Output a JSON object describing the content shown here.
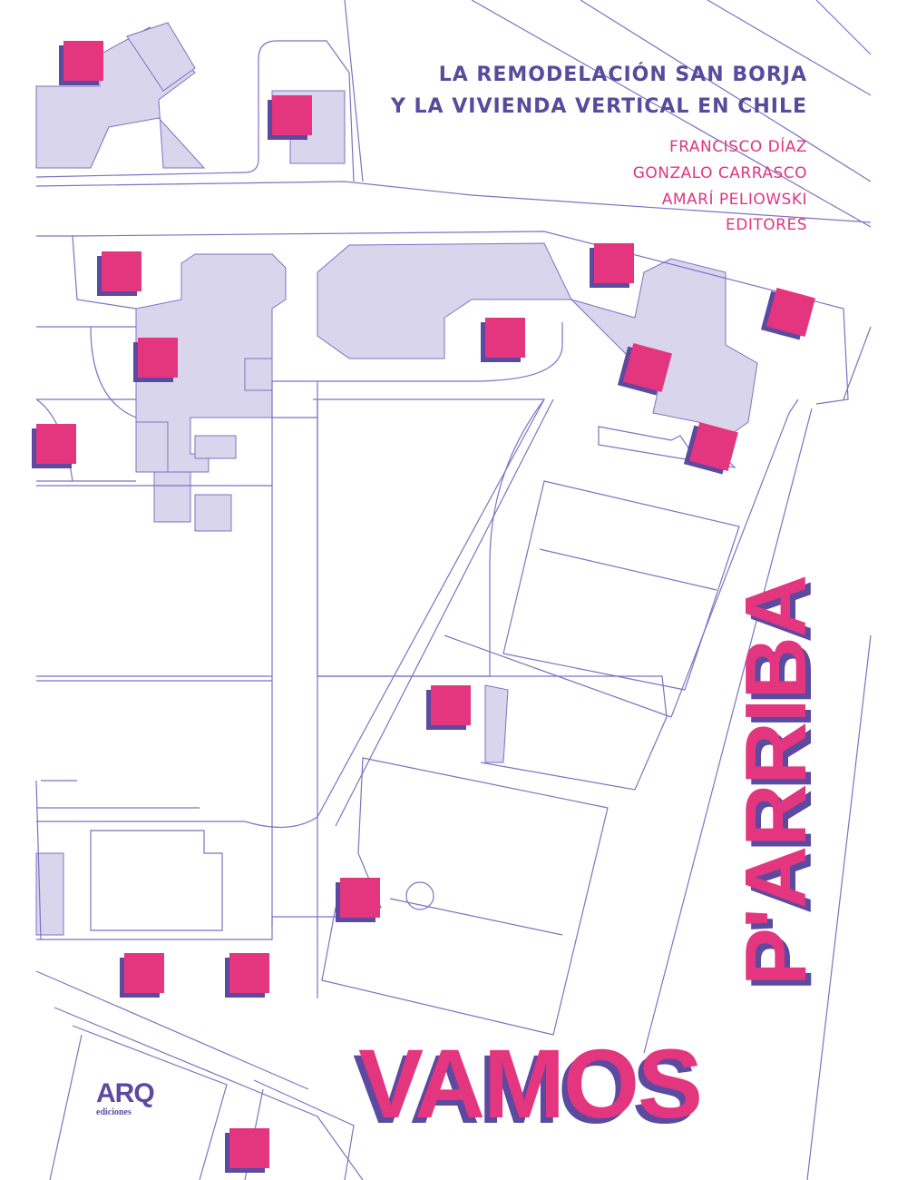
{
  "title_lines": [
    "LA REMODELACIÓN SAN BORJA",
    "Y LA VIVIENDA VERTICAL EN CHILE"
  ],
  "editors": [
    "FRANCISCO DÍAZ",
    "GONZALO CARRASCO",
    "AMARÍ PELIOWSKI"
  ],
  "editors_label": "EDITORES",
  "main_title": {
    "word1": "VAMOS",
    "word2": "P'ARRIBA"
  },
  "publisher": {
    "name": "ARQ",
    "sub": "ediciones"
  },
  "colors": {
    "pink": "#e4357f",
    "purple": "#5b4aa0",
    "lavender": "#d9d5ec",
    "line": "#7d72c2"
  }
}
